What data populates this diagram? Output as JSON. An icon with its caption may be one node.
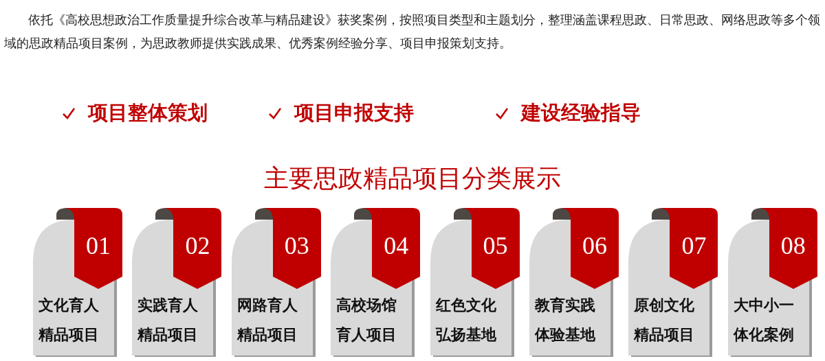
{
  "diagram": {
    "title": "主要思政精品项目分类展示",
    "nodes": [
      {
        "text": [
          "01",
          "文化育人精品项目"
        ]
      },
      {
        "text": [
          "02",
          "实践育人精品项目"
        ]
      },
      {
        "text": [
          "03",
          "网路育人精品项目"
        ]
      },
      {
        "text": [
          "04",
          "高校场馆育人项目"
        ]
      },
      {
        "text": [
          "05",
          "红色文化弘扬基地"
        ]
      },
      {
        "text": [
          "06",
          "教育实践体验基地"
        ]
      },
      {
        "text": [
          "07",
          "原创文化精品项目"
        ]
      },
      {
        "text": [
          "08",
          "大中小一体化案例"
        ]
      }
    ],
    "edges": [],
    "labels": [
      "依托《高校思想政治工作质量提升综合改革与精品建设》获奖案例，按照项目类型和主题划分，整理涵盖课程思政、日常思政、网络思政等多个领域的思政精品项目案例，为思政教师提供实践成果、优秀案例经验分享、项目申报策划支持。",
      "项目整体策划",
      "项目申报支持",
      "建设经验指导"
    ]
  }
}
